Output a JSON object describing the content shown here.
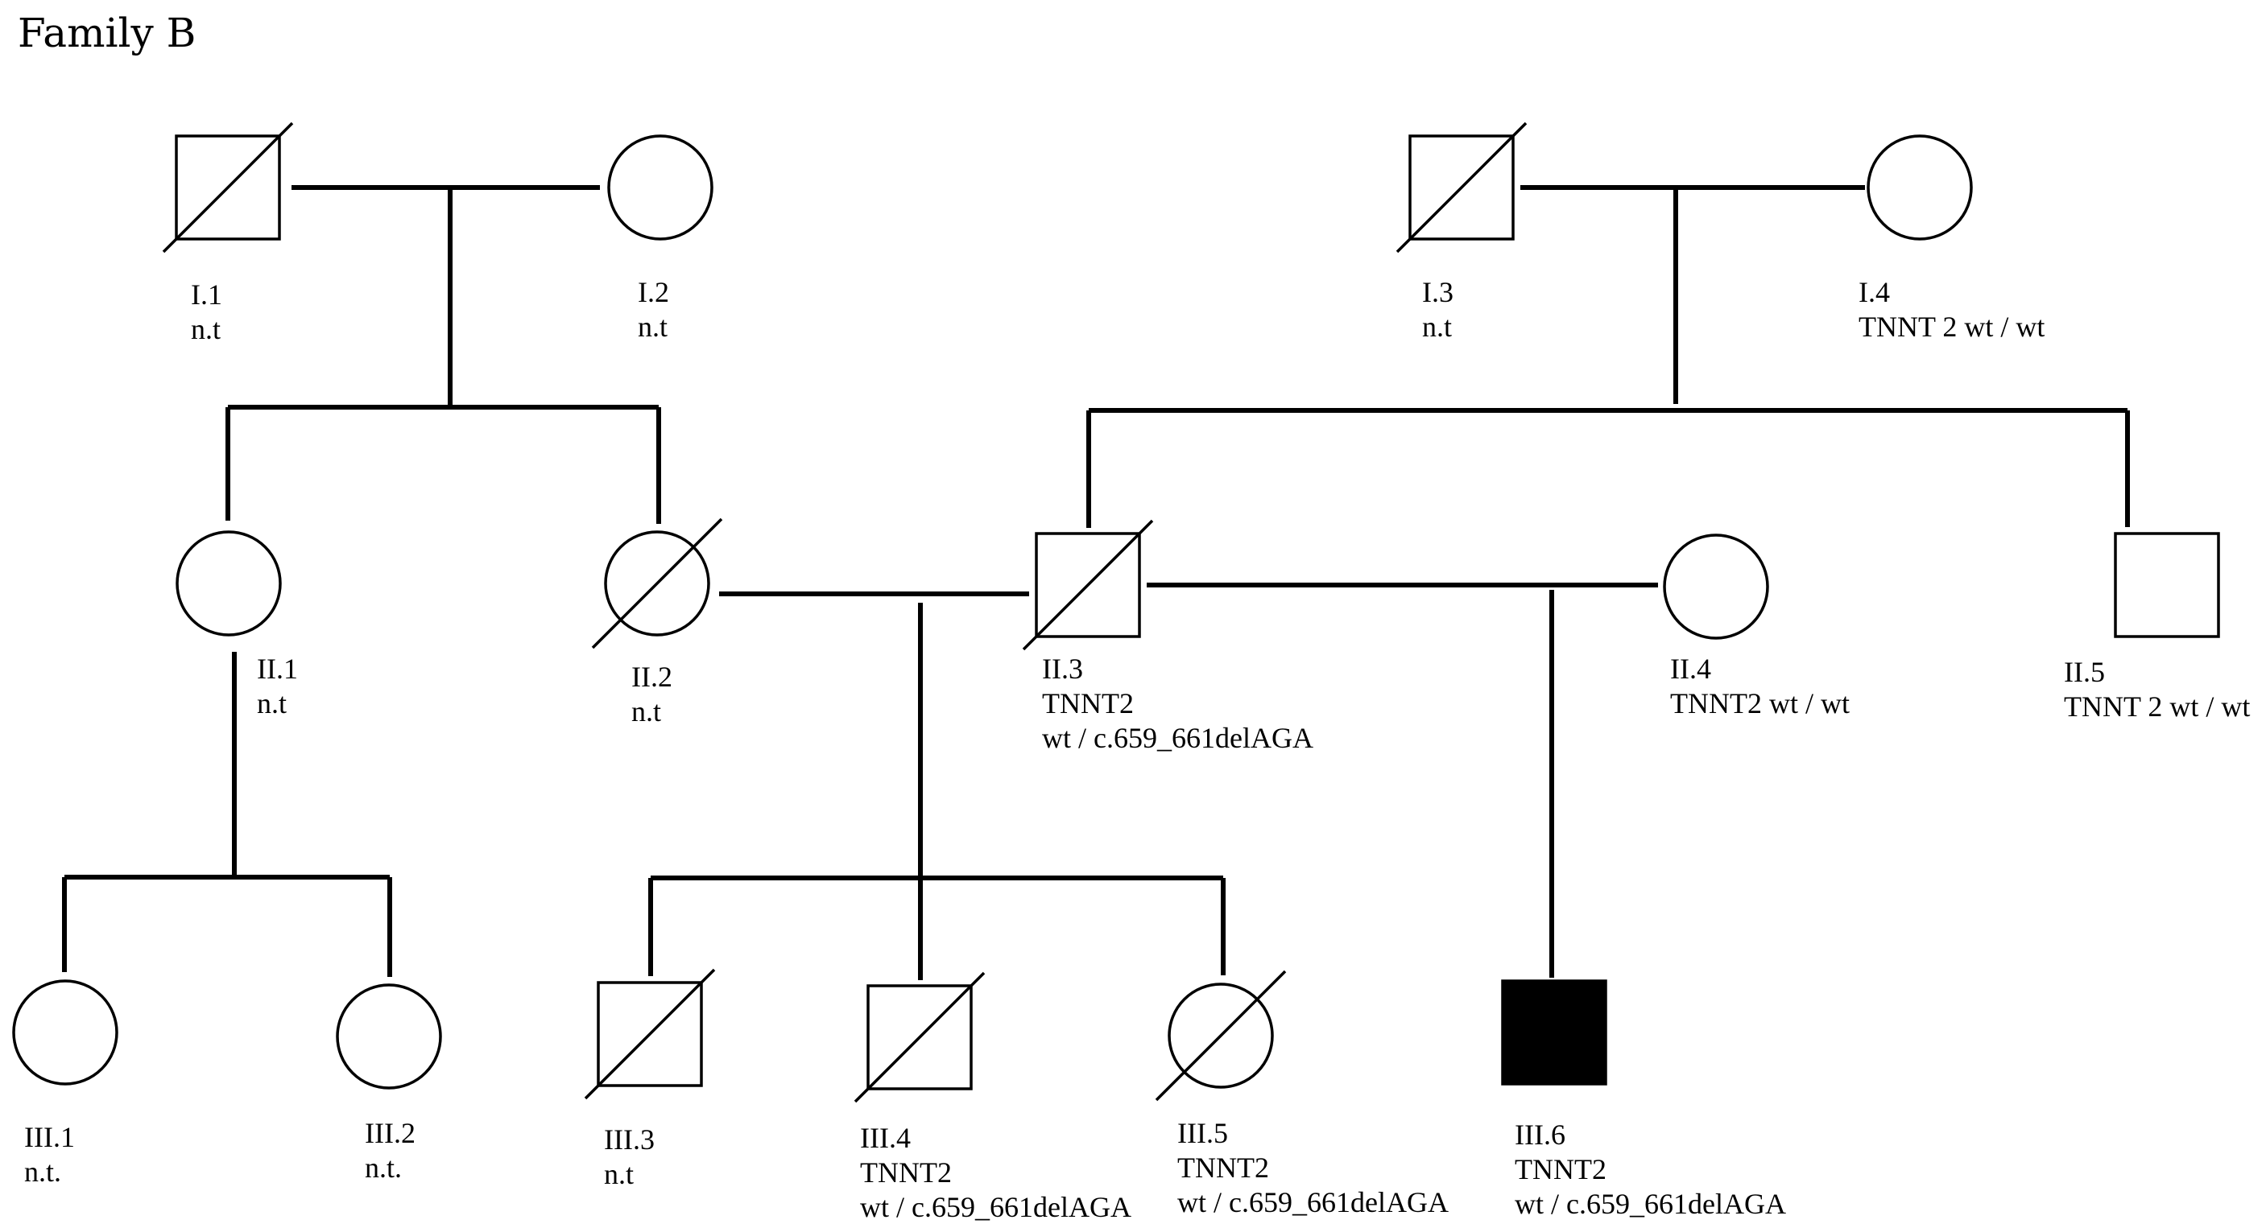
{
  "title": "Family B",
  "individuals": [
    {
      "id": "I.1",
      "lines": [
        "I.1",
        "n.t"
      ],
      "sex": "male",
      "deceased": true,
      "affected": false
    },
    {
      "id": "I.2",
      "lines": [
        "I.2",
        "n.t"
      ],
      "sex": "female",
      "deceased": false,
      "affected": false
    },
    {
      "id": "I.3",
      "lines": [
        "I.3",
        "n.t"
      ],
      "sex": "male",
      "deceased": true,
      "affected": false
    },
    {
      "id": "I.4",
      "lines": [
        "I.4",
        "TNNT 2 wt / wt"
      ],
      "sex": "female",
      "deceased": false,
      "affected": false
    },
    {
      "id": "II.1",
      "lines": [
        "II.1",
        "n.t"
      ],
      "sex": "female",
      "deceased": false,
      "affected": false
    },
    {
      "id": "II.2",
      "lines": [
        "II.2",
        "n.t"
      ],
      "sex": "female",
      "deceased": true,
      "affected": false
    },
    {
      "id": "II.3",
      "lines": [
        "II.3",
        "TNNT2",
        "wt / c.659_661delAGA"
      ],
      "sex": "male",
      "deceased": true,
      "affected": false
    },
    {
      "id": "II.4",
      "lines": [
        "II.4",
        "TNNT2 wt / wt"
      ],
      "sex": "female",
      "deceased": false,
      "affected": false
    },
    {
      "id": "II.5",
      "lines": [
        "II.5",
        "TNNT 2 wt / wt"
      ],
      "sex": "male",
      "deceased": false,
      "affected": false
    },
    {
      "id": "III.1",
      "lines": [
        "III.1",
        "n.t."
      ],
      "sex": "female",
      "deceased": false,
      "affected": false
    },
    {
      "id": "III.2",
      "lines": [
        "III.2",
        "n.t."
      ],
      "sex": "female",
      "deceased": false,
      "affected": false
    },
    {
      "id": "III.3",
      "lines": [
        "III.3",
        "n.t"
      ],
      "sex": "male",
      "deceased": true,
      "affected": false
    },
    {
      "id": "III.4",
      "lines": [
        "III.4",
        "TNNT2",
        "wt / c.659_661delAGA"
      ],
      "sex": "male",
      "deceased": true,
      "affected": false
    },
    {
      "id": "III.5",
      "lines": [
        "III.5",
        "TNNT2",
        "wt / c.659_661delAGA"
      ],
      "sex": "female",
      "deceased": true,
      "affected": false
    },
    {
      "id": "III.6",
      "lines": [
        "III.6",
        "TNNT2",
        "wt / c.659_661delAGA"
      ],
      "sex": "male",
      "deceased": false,
      "affected": true
    }
  ]
}
